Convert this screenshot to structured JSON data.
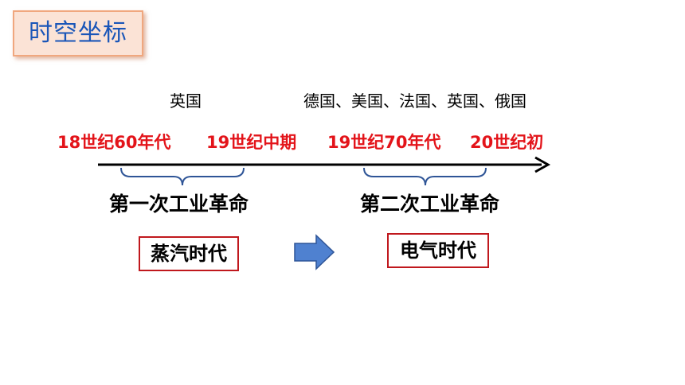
{
  "title": "时空坐标",
  "timeline": {
    "countries": {
      "first": "英国",
      "second": "德国、美国、法国、英国、俄国"
    },
    "periods": [
      "18世纪60年代",
      "19世纪中期",
      "19世纪70年代",
      "20世纪初"
    ],
    "revolutions": {
      "first": "第一次工业革命",
      "second": "第二次工业革命"
    },
    "eras": {
      "first": "蒸汽时代",
      "second": "电气时代"
    }
  },
  "colors": {
    "title_text": "#1a56b8",
    "title_bg": "#fbe3d6",
    "title_border": "#f0a77e",
    "period_text": "#e3141a",
    "era_border": "#c0181d",
    "arrow_fill": "#4f81d0",
    "arrow_stroke": "#2f5597",
    "timeline_axis": "#000000"
  },
  "icons": {
    "timeline_arrow": "arrow-right",
    "transition_arrow": "block-arrow-right"
  }
}
